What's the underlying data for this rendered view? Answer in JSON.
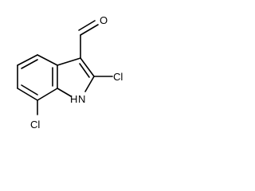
{
  "molecule": {
    "atoms": {
      "oxygen": "O",
      "chlorine_2": "Cl",
      "nitrogen": "N",
      "hydrogen": "H",
      "chlorine_7": "Cl"
    }
  }
}
